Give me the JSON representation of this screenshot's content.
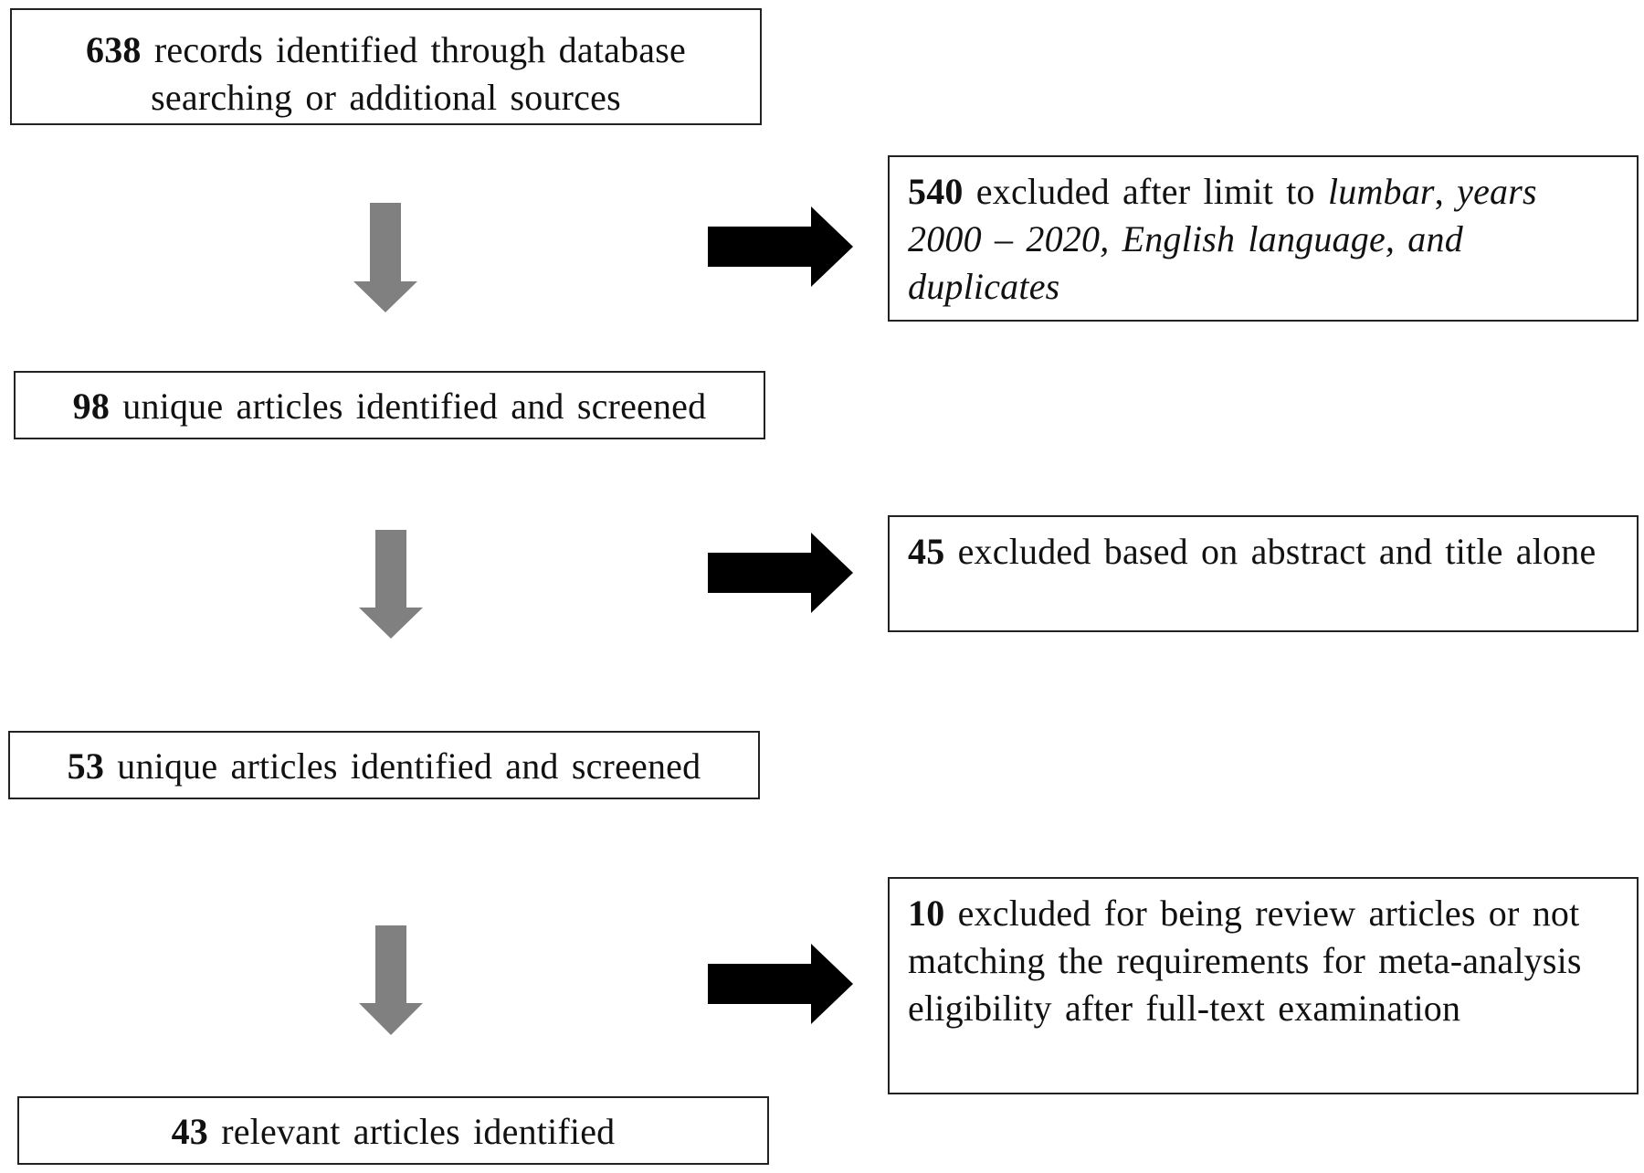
{
  "flow": {
    "records": {
      "count": "638",
      "text": " records identified through database searching or additional sources"
    },
    "screened_98": {
      "count": "98",
      "text": " unique articles identified and screened"
    },
    "screened_53": {
      "count": "53",
      "text": " unique articles identified and screened"
    },
    "relevant_43": {
      "count": "43",
      "text": " relevant articles identified"
    }
  },
  "exclusions": {
    "limit": {
      "count": "540",
      "text_plain": " excluded after limit to ",
      "text_italic": "lumbar",
      "text_comma": ", ",
      "text_italic_rest": "years 2000 – 2020, English language, and duplicates"
    },
    "abstract": {
      "count": "45",
      "text": " excluded based on abstract and title alone"
    },
    "fulltext": {
      "count": "10",
      "text": " excluded for being review articles or not matching the requirements for meta-analysis eligibility after full-text examination"
    }
  },
  "colors": {
    "down_arrow": "#808080",
    "right_arrow": "#000000",
    "border": "#222222"
  }
}
